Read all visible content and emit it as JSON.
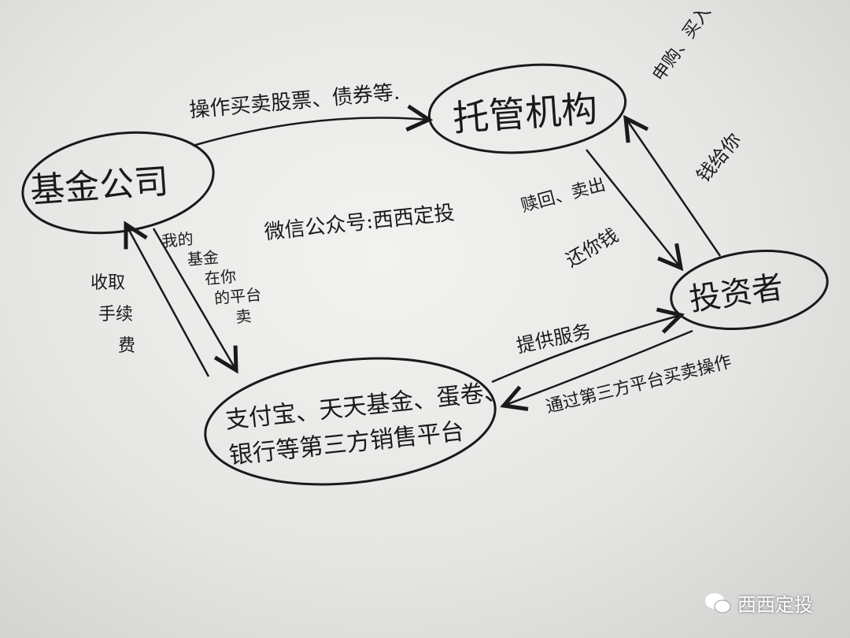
{
  "nodes": {
    "fund_company": "基金公司",
    "custodian": "托管机构",
    "investor": "投资者",
    "platform_line1": "支付宝、天天基金、蛋卷、",
    "platform_line2": "银行等第三方销售平台"
  },
  "edges": {
    "fund_to_custodian": "操作买卖股票、债券等.",
    "investor_to_custodian_1": "申购、买入",
    "investor_to_custodian_2": "钱给你",
    "custodian_to_investor_1": "赎回、卖出",
    "custodian_to_investor_2": "还你钱",
    "fund_to_platform": [
      "我的",
      "基金",
      "在你",
      "的平台",
      "卖"
    ],
    "platform_to_fund": [
      "收取",
      "手续",
      "费"
    ],
    "platform_to_investor": "提供服务",
    "investor_to_platform": "通过第三方平台买卖操作"
  },
  "center_note": "微信公众号:西西定投",
  "watermark": "西西定投",
  "colors": {
    "ink": "#1a1a1a",
    "paper": "#ececea"
  }
}
